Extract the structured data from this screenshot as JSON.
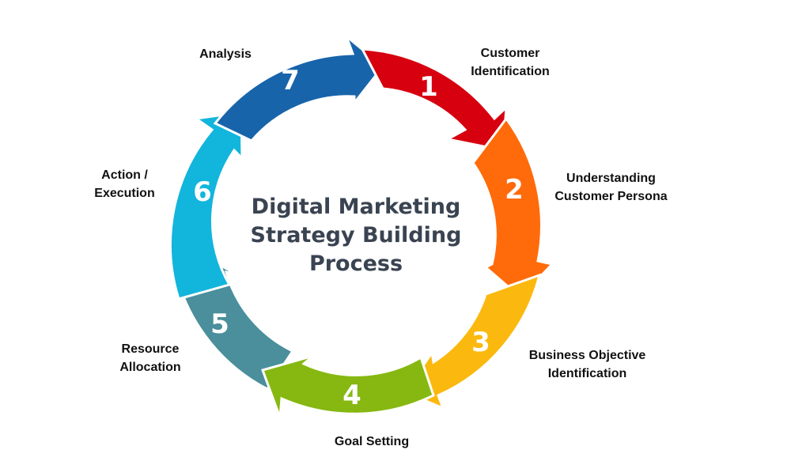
{
  "title": {
    "line1": "Digital Marketing",
    "line2": "Strategy Building",
    "line3": "Process"
  },
  "steps": [
    {
      "number": "1",
      "label_line1": "Customer",
      "label_line2": "Identification",
      "color": "#d7000f"
    },
    {
      "number": "2",
      "label_line1": "Understanding",
      "label_line2": "Customer Persona",
      "color": "#ff6b0a"
    },
    {
      "number": "3",
      "label_line1": "Business Objective",
      "label_line2": "Identification",
      "color": "#fbb90f"
    },
    {
      "number": "4",
      "label_line1": "Goal Setting",
      "label_line2": "",
      "color": "#86b811"
    },
    {
      "number": "5",
      "label_line1": "Resource",
      "label_line2": "Allocation",
      "color": "#4a8f9b"
    },
    {
      "number": "6",
      "label_line1": "Action /",
      "label_line2": "Execution",
      "color": "#12b5dc"
    },
    {
      "number": "7",
      "label_line1": "Analysis",
      "label_line2": "",
      "color": "#1764ab"
    }
  ]
}
